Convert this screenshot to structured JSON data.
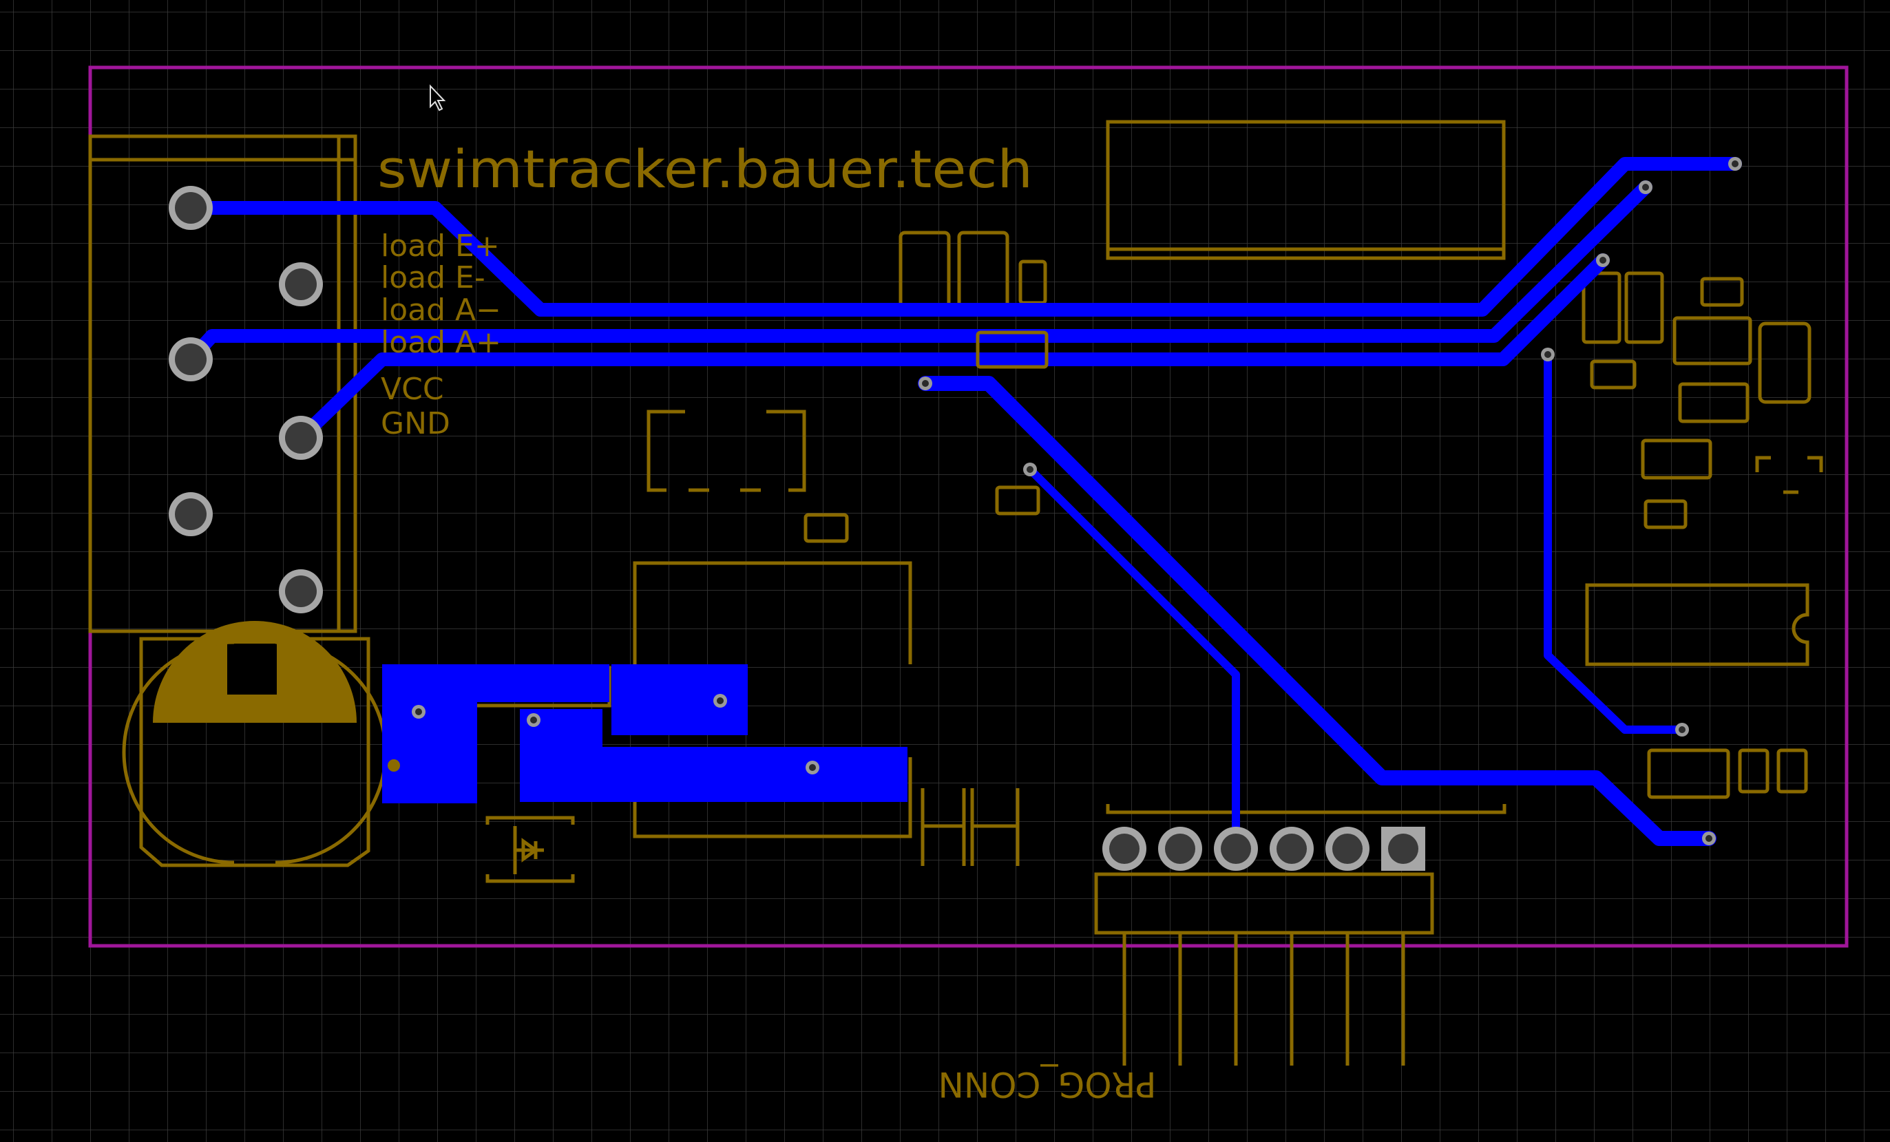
{
  "silkscreen": {
    "title": "swimtracker.bauer.tech",
    "labels": [
      "load E+",
      "load E-",
      "load A−",
      "load A+",
      "VCC",
      "GND"
    ],
    "connector_label": "PROG_CONN"
  },
  "colors": {
    "background": "#000000",
    "grid": "#3c3c3c",
    "board_outline": "#a0169a",
    "silkscreen": "#8a6a00",
    "copper": "#0000ff",
    "pad": "#a6a6a6"
  },
  "icons": {
    "cursor": "mouse-pointer-icon",
    "diode": "diode-symbol-icon"
  }
}
